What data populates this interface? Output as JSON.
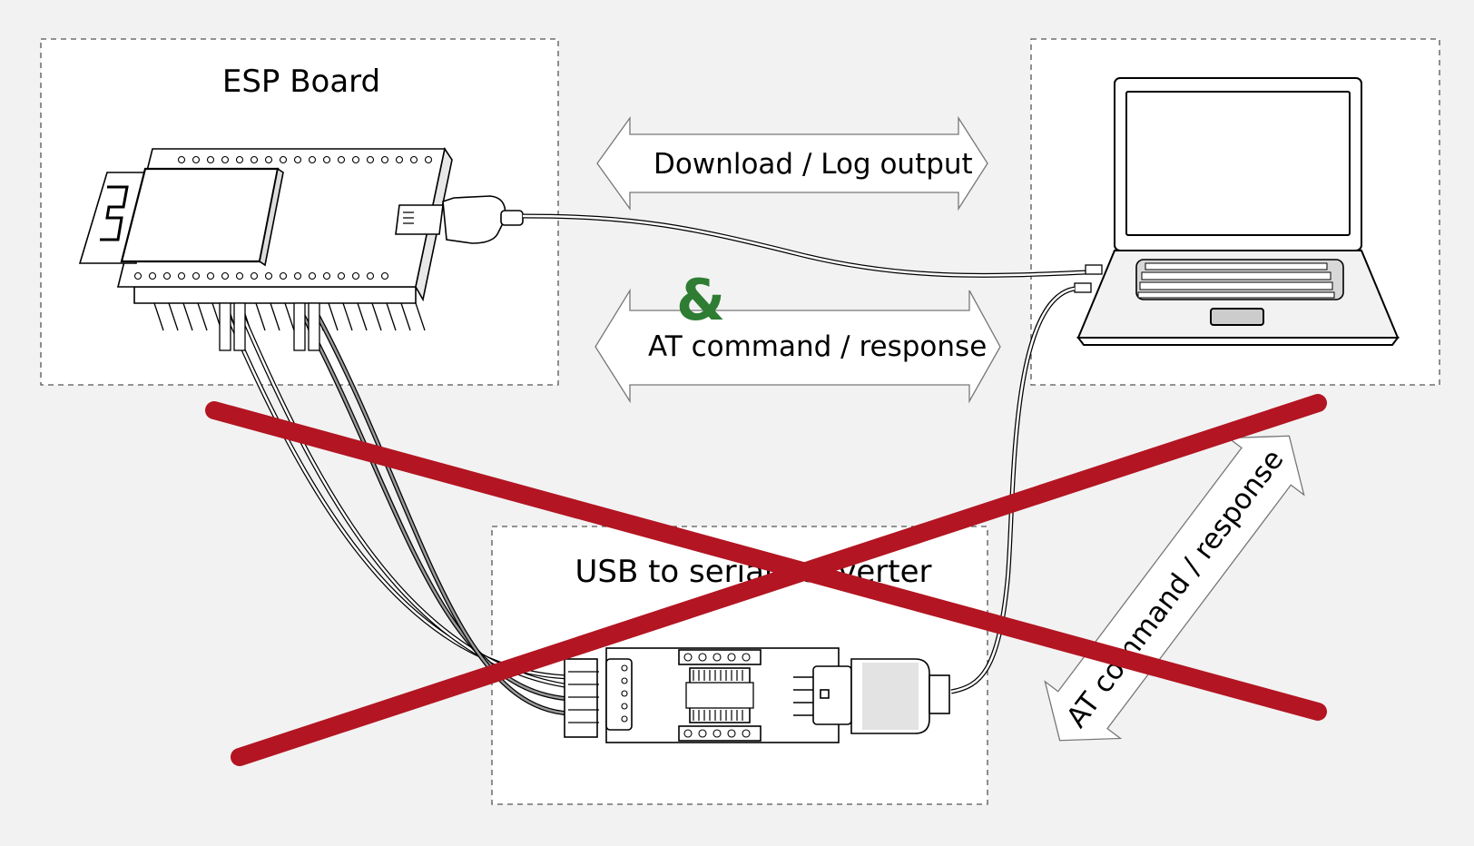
{
  "boxes": {
    "esp_board": "ESP Board",
    "usb_serial": "USB to serial converter"
  },
  "arrows": {
    "download_log": "Download / Log output",
    "at_cmd_middle": "AT command / response",
    "at_cmd_diagonal": "AT command / response"
  },
  "ampersand": "&",
  "colors": {
    "background": "#f2f2f2",
    "ampersand": "#2e7d32",
    "cross": "#b31522"
  }
}
